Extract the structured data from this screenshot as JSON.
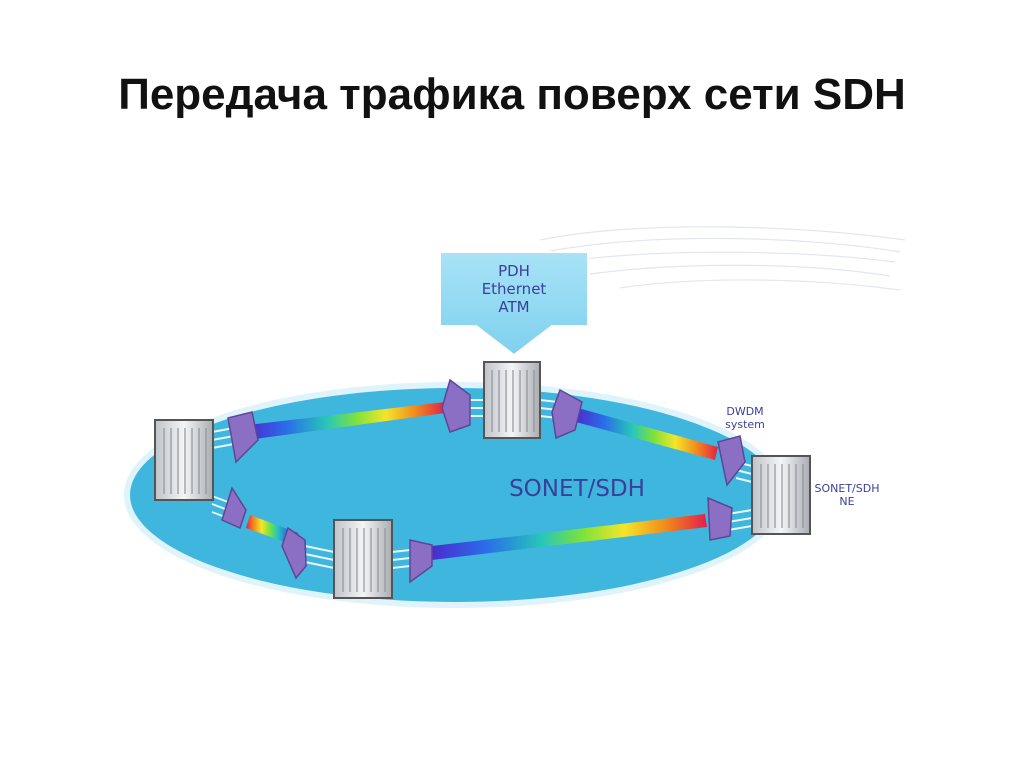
{
  "slide": {
    "title": "Передача трафика поверх сети SDH"
  },
  "diagram": {
    "input_box": {
      "lines": [
        "PDH",
        "Ethernet",
        "ATM"
      ]
    },
    "ring_label": "SONET/SDH",
    "dwdm_label": [
      "DWDM",
      "system"
    ],
    "ne_label": [
      "SONET/SDH",
      "NE"
    ],
    "colors": {
      "ring_fill": "#3fb6de",
      "ring_stroke": "#dff3fa",
      "box_fill": "#8ad7f2",
      "mux_fill": "#8b6fc4",
      "label_color": "#3a3f9a"
    }
  }
}
